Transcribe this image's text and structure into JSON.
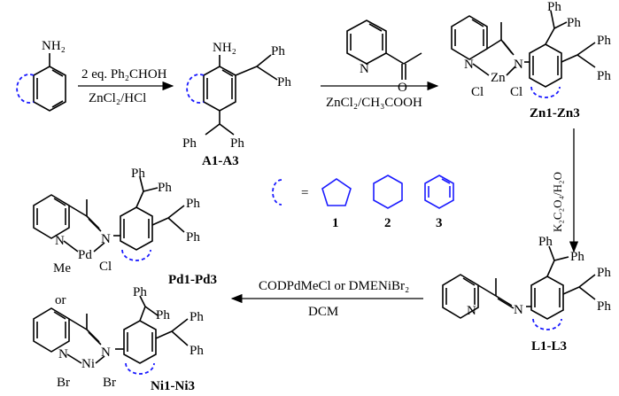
{
  "reagents": {
    "step1_line1": "2 eq. Ph₂CHOH",
    "step1_line2": "ZnCl₂/HCl",
    "step2_line1": "ZnCl₂/CH₃COOH",
    "step3_vertical": "K₂C₂O₄/H₂O",
    "step4_line1": "CODPdMeCl or DMENiBr₂",
    "step4_line2": "DCM"
  },
  "labels": {
    "aniline_nh2": "NH₂",
    "A_nh2": "NH₂",
    "A": "A1-A3",
    "Zn": "Zn1-Zn3",
    "L": "L1-L3",
    "Pd": "Pd1-Pd3",
    "Ni": "Ni1-Ni3",
    "or": "or",
    "equals": "=",
    "ring1": "1",
    "ring2": "2",
    "ring3": "3"
  },
  "atoms": {
    "Ph": "Ph",
    "N": "N",
    "Zn": "Zn",
    "Cl": "Cl",
    "Pd": "Pd",
    "Me": "Me",
    "Ni": "Ni",
    "Br": "Br"
  }
}
